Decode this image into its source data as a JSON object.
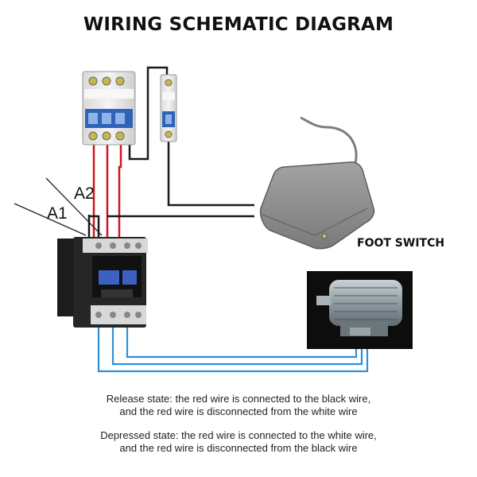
{
  "title": "WIRING SCHEMATIC DIAGRAM",
  "labels": {
    "a1": "A1",
    "a2": "A2",
    "foot_switch": "FOOT SWITCH"
  },
  "notes": {
    "release_line1": "Release state: the red wire is connected to the black wire,",
    "release_line2": "and the red wire is disconnected from the white wire",
    "depressed_line1": "Depressed state: the red wire is connected to the white wire,",
    "depressed_line2": "and the red wire is disconnected from the black wire"
  },
  "colors": {
    "red_wire": "#d0161f",
    "black_wire": "#1a1a1a",
    "blue_wire": "#2f8fd6",
    "breaker": "#e4e4e4",
    "pedal": "#8e8e8e",
    "motor_bg": "#0d0d0d"
  },
  "icons": {
    "breaker_3p": "three-pole-breaker-icon",
    "breaker_1p": "single-pole-breaker-icon",
    "contactor": "contactor-icon",
    "pedal": "foot-pedal-icon",
    "motor": "motor-icon"
  }
}
